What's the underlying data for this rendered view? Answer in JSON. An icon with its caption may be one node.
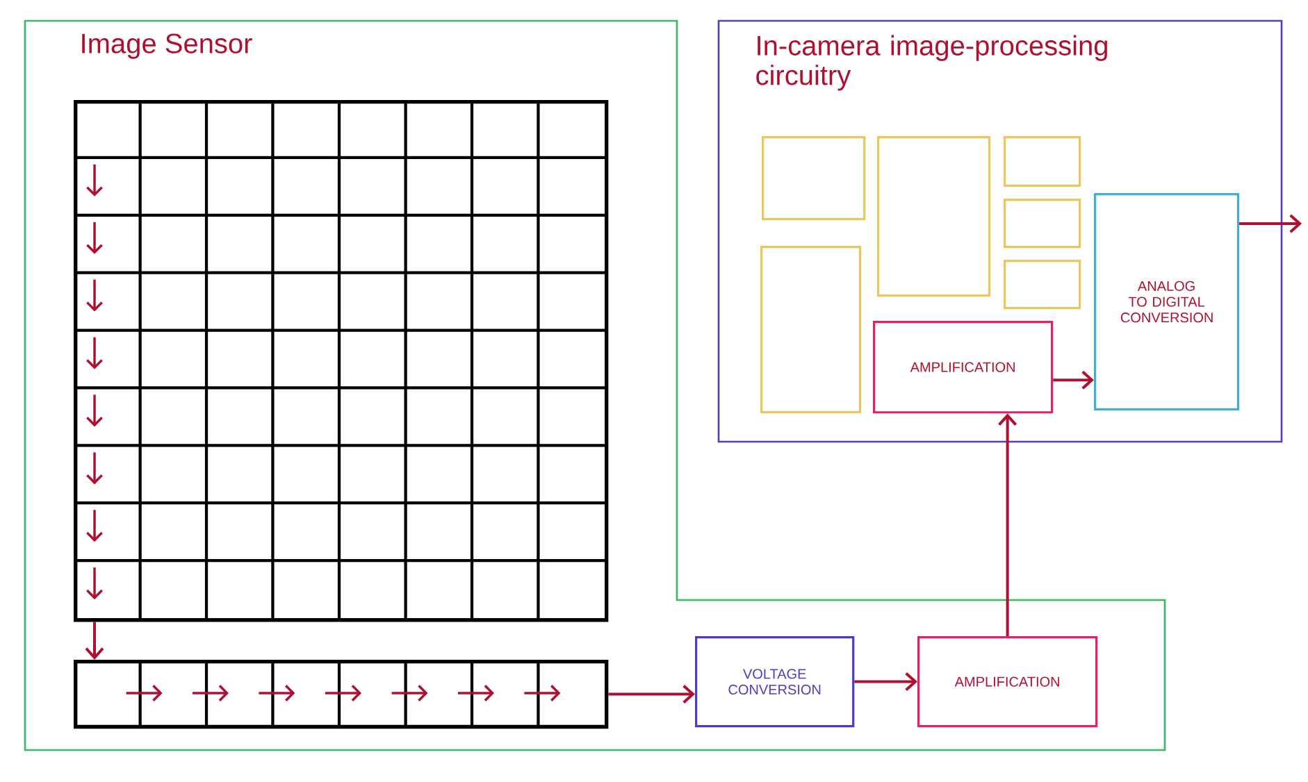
{
  "diagram": {
    "nodes": [
      {
        "text": [
          "Image Sensor"
        ]
      },
      {
        "text": [],
        "shape": "box",
        "in": 0
      },
      {
        "text": [],
        "shape": "box",
        "in": 0
      },
      {
        "text": [
          "In-camera image-processing circuitry"
        ]
      },
      {
        "text": [],
        "shape": "box",
        "in": 3
      },
      {
        "text": [],
        "shape": "box",
        "in": 3
      },
      {
        "text": [],
        "shape": "box",
        "in": 3
      },
      {
        "text": [],
        "shape": "box",
        "in": 3
      },
      {
        "text": [],
        "shape": "box",
        "in": 3
      },
      {
        "text": [],
        "shape": "box",
        "in": 3
      },
      {
        "text": [
          "AMPLIFICATION"
        ],
        "in": 3
      },
      {
        "text": [
          "ANALOG TO DIGITAL CONVERSION"
        ],
        "in": 3
      },
      {
        "text": [
          "VOLTAGE CONVERSION"
        ],
        "in": 0
      },
      {
        "text": [
          "AMPLIFICATION"
        ],
        "in": 0
      }
    ],
    "edges": [
      {
        "from": 1,
        "to": 2,
        "arrow": "to"
      },
      {
        "from": 2,
        "to": 12,
        "arrow": "to"
      },
      {
        "from": 12,
        "to": 13,
        "arrow": "to"
      },
      {
        "from": 13,
        "to": 10,
        "arrow": "to"
      },
      {
        "from": 10,
        "to": 11,
        "arrow": "to"
      },
      {
        "from": 11,
        "to": null,
        "arrow": "to"
      }
    ]
  }
}
